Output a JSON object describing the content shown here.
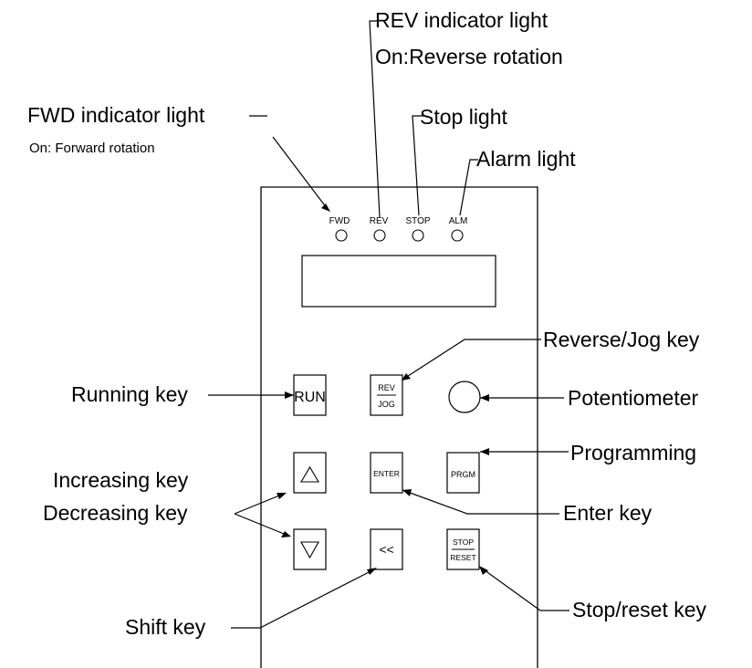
{
  "panel": {
    "indicators": [
      {
        "id": "fwd",
        "label": "FWD"
      },
      {
        "id": "rev",
        "label": "REV"
      },
      {
        "id": "stop",
        "label": "STOP"
      },
      {
        "id": "alm",
        "label": "ALM"
      }
    ],
    "keys": {
      "run": "RUN",
      "rev_top": "REV",
      "rev_bottom": "JOG",
      "enter": "ENTER",
      "prgm": "PRGM",
      "shift": "<<",
      "stop_top": "STOP",
      "stop_bottom": "RESET"
    }
  },
  "callouts": {
    "rev_light": "REV indicator light",
    "rev_light_note": "On:Reverse rotation",
    "fwd_light": "FWD indicator light",
    "fwd_light_note": "On: Forward rotation",
    "stop_light": "Stop light",
    "alarm_light": "Alarm light",
    "reverse_jog_key": "Reverse/Jog key",
    "running_key": "Running key",
    "potentiometer": "Potentiometer",
    "programming": "Programming",
    "increasing_key": "Increasing key",
    "decreasing_key": "Decreasing key",
    "enter_key": "Enter key",
    "shift_key": "Shift key",
    "stop_reset_key": "Stop/reset key"
  }
}
